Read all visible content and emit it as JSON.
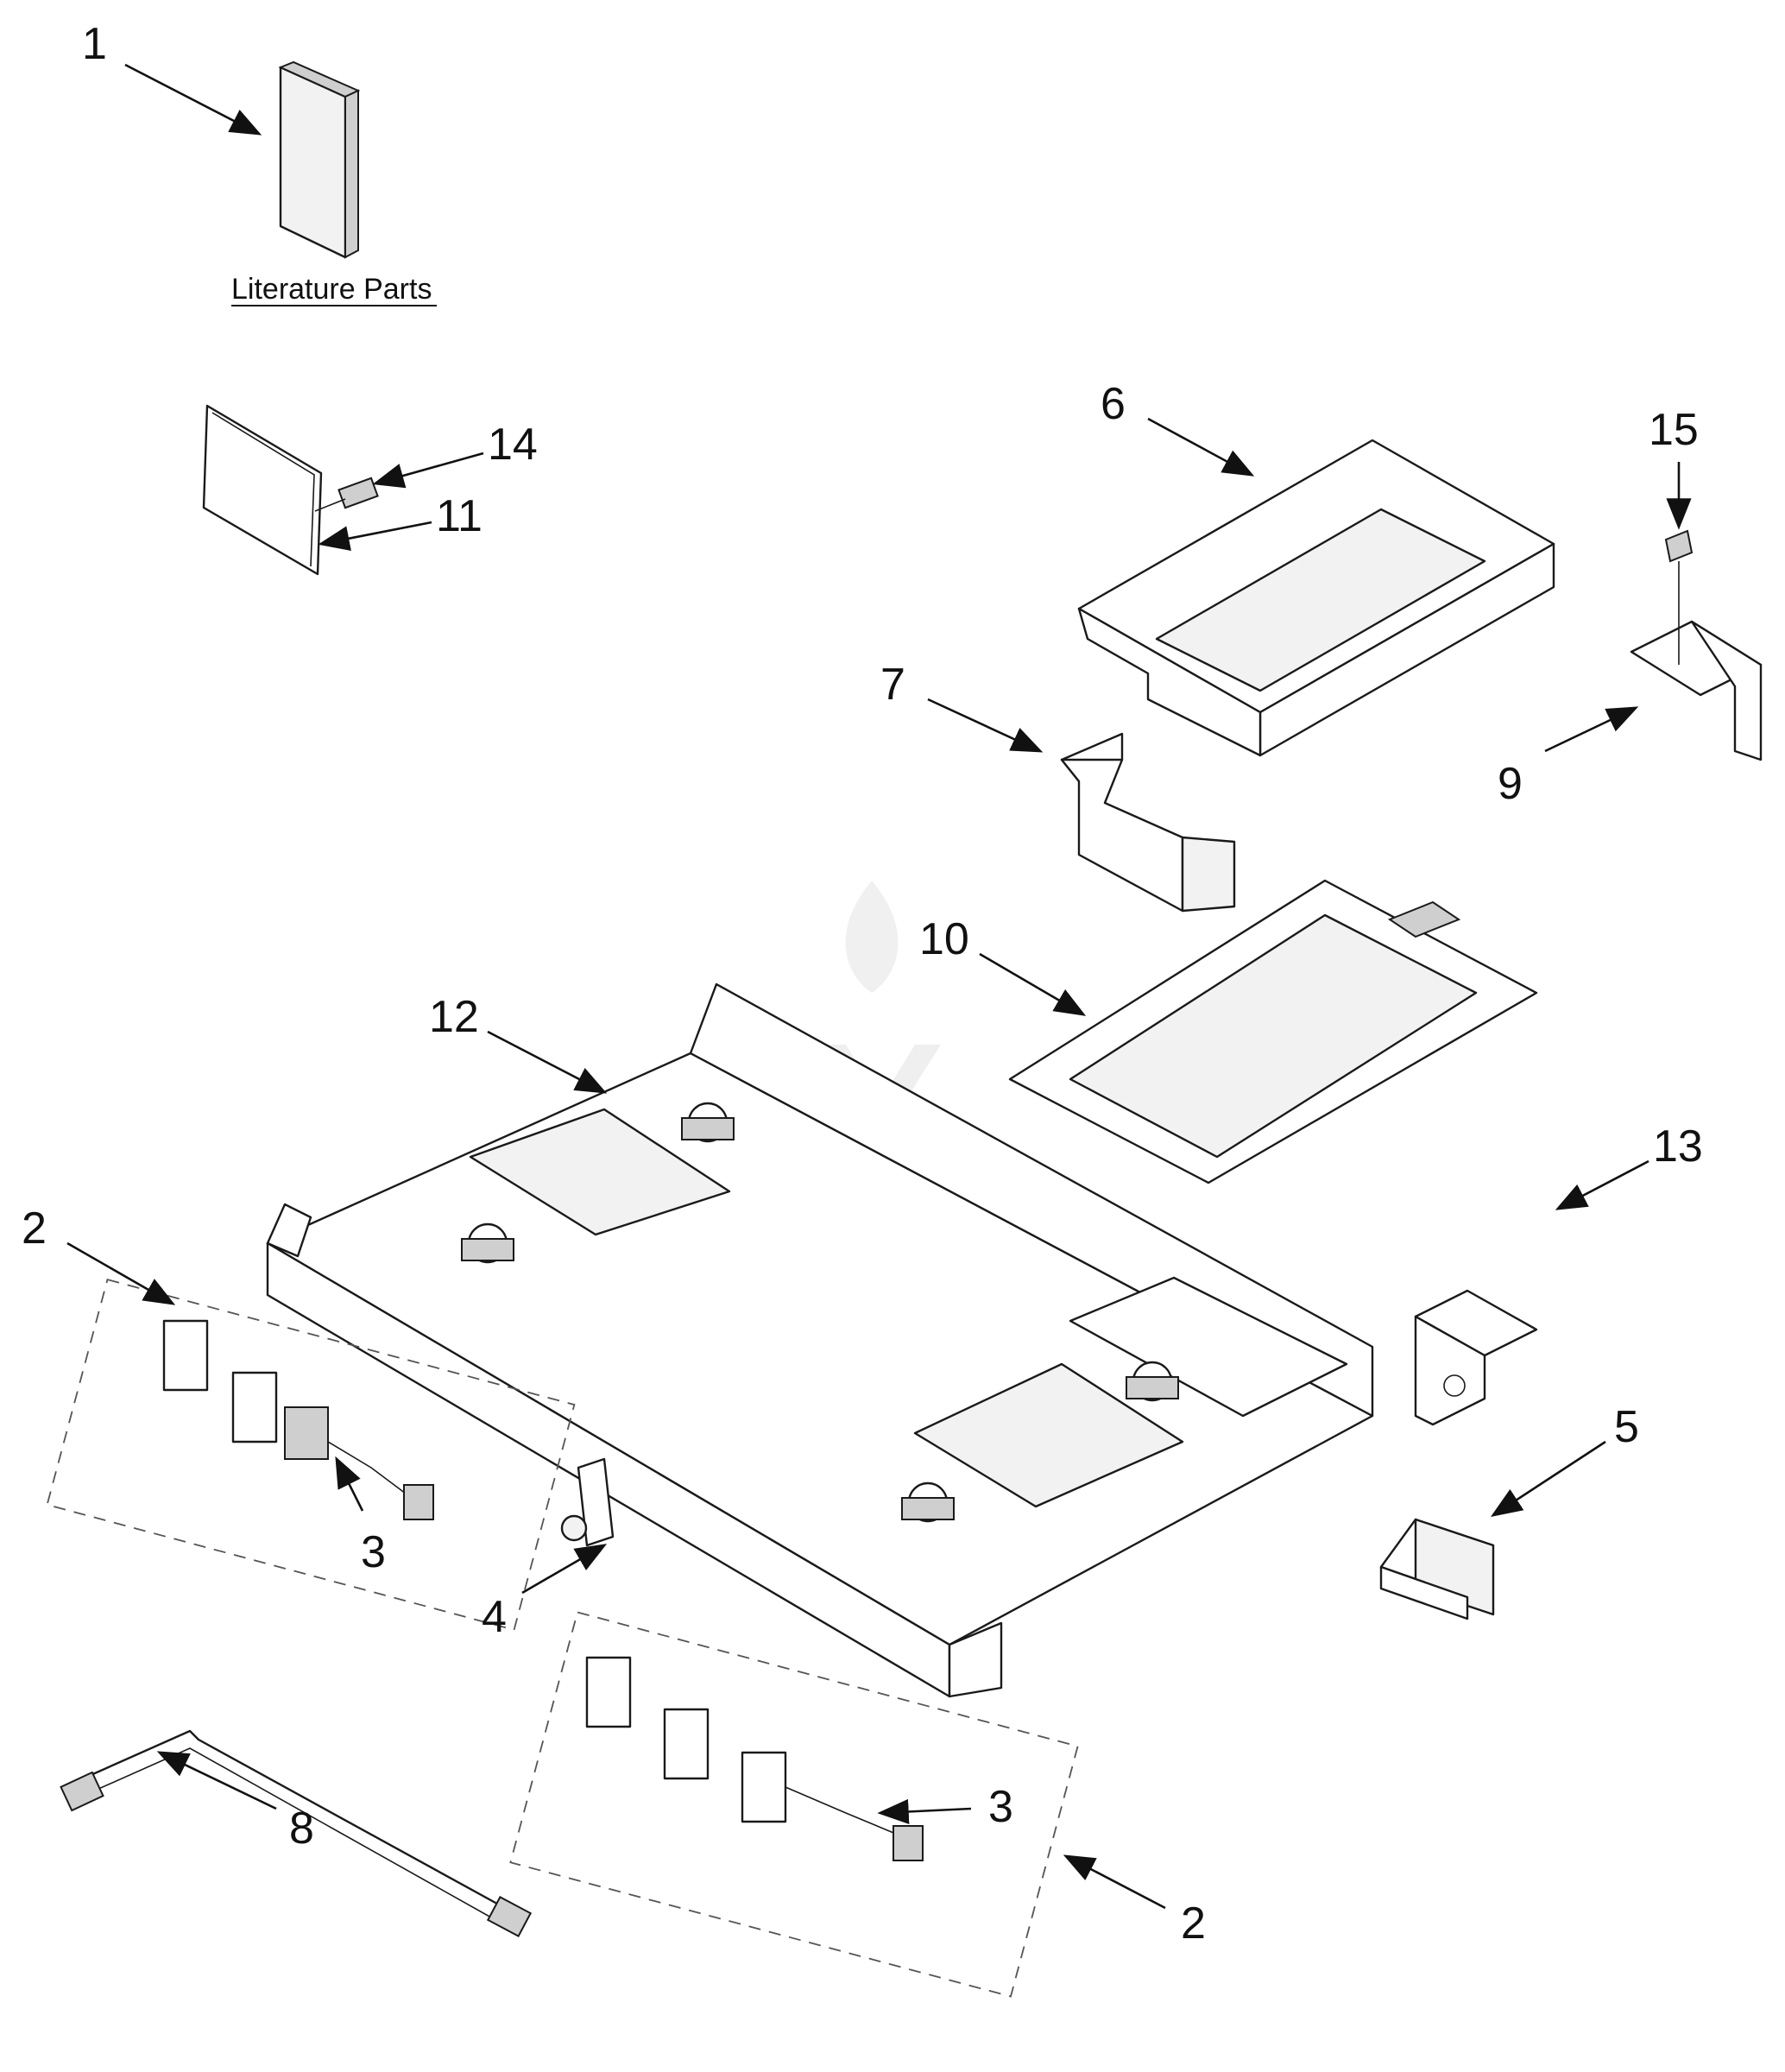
{
  "literature": {
    "label": "Literature Parts"
  },
  "callouts": [
    {
      "id": "c1",
      "label": "1"
    },
    {
      "id": "c2a",
      "label": "2"
    },
    {
      "id": "c2b",
      "label": "2"
    },
    {
      "id": "c3a",
      "label": "3"
    },
    {
      "id": "c3b",
      "label": "3"
    },
    {
      "id": "c4",
      "label": "4"
    },
    {
      "id": "c5",
      "label": "5"
    },
    {
      "id": "c6",
      "label": "6"
    },
    {
      "id": "c7",
      "label": "7"
    },
    {
      "id": "c8",
      "label": "8"
    },
    {
      "id": "c9",
      "label": "9"
    },
    {
      "id": "c10",
      "label": "10"
    },
    {
      "id": "c11",
      "label": "11"
    },
    {
      "id": "c12",
      "label": "12"
    },
    {
      "id": "c13",
      "label": "13"
    },
    {
      "id": "c14",
      "label": "14"
    },
    {
      "id": "c15",
      "label": "15"
    }
  ]
}
